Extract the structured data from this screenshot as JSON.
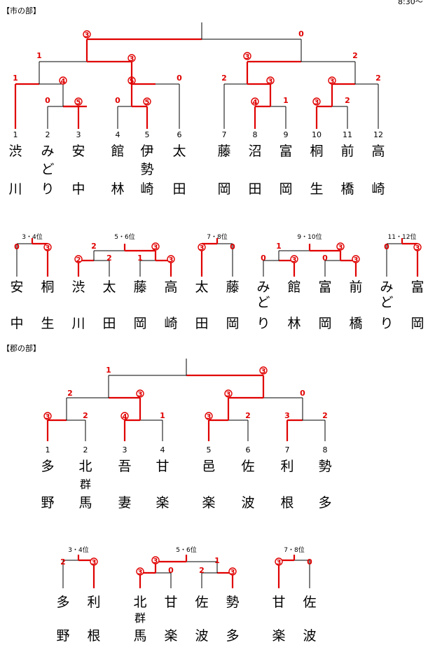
{
  "time_note": "8:30～",
  "city": {
    "title": "【市の部】",
    "teams": [
      {
        "num": "1",
        "name": [
          "渋",
          "",
          "川"
        ]
      },
      {
        "num": "2",
        "name": [
          "み",
          "ど",
          "り"
        ]
      },
      {
        "num": "3",
        "name": [
          "安",
          "",
          "中"
        ]
      },
      {
        "num": "4",
        "name": [
          "館",
          "",
          "林"
        ]
      },
      {
        "num": "5",
        "name": [
          "伊",
          "勢",
          "崎"
        ]
      },
      {
        "num": "6",
        "name": [
          "太",
          "",
          "田"
        ]
      },
      {
        "num": "7",
        "name": [
          "藤",
          "",
          "岡"
        ]
      },
      {
        "num": "8",
        "name": [
          "沼",
          "",
          "田"
        ]
      },
      {
        "num": "9",
        "name": [
          "富",
          "",
          "岡"
        ]
      },
      {
        "num": "10",
        "name": [
          "桐",
          "",
          "生"
        ]
      },
      {
        "num": "11",
        "name": [
          "前",
          "",
          "橋"
        ]
      },
      {
        "num": "12",
        "name": [
          "高",
          "",
          "崎"
        ]
      }
    ],
    "scores": {
      "final_left": "3",
      "final_right": "0",
      "sf_left_a": "1",
      "sf_left_b": "3",
      "sf_right_a": "3",
      "sf_right_b": "2",
      "q1_a": "1",
      "q1_b": "4",
      "q2_a": "5",
      "q2_b": "0",
      "q3_a": "2",
      "q3_b": "3",
      "q4_a": "3",
      "q4_b": "2",
      "r1_a": "0",
      "r1_b": "5",
      "r2_a": "0",
      "r2_b": "5",
      "r3_a": "4",
      "r3_b": "1",
      "r4_a": "3",
      "r4_b": "2"
    },
    "placement": [
      {
        "label": "3・4位",
        "scores": [
          "0",
          "3"
        ],
        "teams": [
          [
            "安",
            "中"
          ],
          [
            "桐",
            "生"
          ]
        ]
      },
      {
        "label": "5・6位",
        "scores": [
          "2",
          "3",
          "2",
          "1",
          "3"
        ],
        "teams": [
          [
            "渋",
            "川"
          ],
          [
            "太",
            "田"
          ],
          [
            "藤",
            "岡"
          ],
          [
            "高",
            "崎"
          ]
        ]
      },
      {
        "label": "7・8位",
        "scores": [
          "3",
          "0"
        ],
        "teams": [
          [
            "太",
            "田"
          ],
          [
            "藤",
            "岡"
          ]
        ]
      },
      {
        "label": "9・10位",
        "scores": [
          "1",
          "3",
          "0",
          "3",
          "0",
          "3"
        ],
        "teams": [
          [
            "み",
            "ど",
            "り"
          ],
          [
            "館",
            "林"
          ],
          [
            "富",
            "岡"
          ],
          [
            "前",
            "橋"
          ]
        ]
      },
      {
        "label": "11・12位",
        "scores": [
          "0",
          "3"
        ],
        "teams": [
          [
            "み",
            "ど",
            "り"
          ],
          [
            "富",
            "岡"
          ]
        ]
      }
    ]
  },
  "county": {
    "title": "【郡の部】",
    "teams": [
      {
        "num": "1",
        "name": [
          "多",
          "",
          "野"
        ]
      },
      {
        "num": "2",
        "name": [
          "北",
          "群",
          "馬"
        ]
      },
      {
        "num": "3",
        "name": [
          "吾",
          "",
          "妻"
        ]
      },
      {
        "num": "4",
        "name": [
          "甘",
          "",
          "楽"
        ]
      },
      {
        "num": "5",
        "name": [
          "邑",
          "",
          "楽"
        ]
      },
      {
        "num": "6",
        "name": [
          "佐",
          "",
          "波"
        ]
      },
      {
        "num": "7",
        "name": [
          "利",
          "",
          "根"
        ]
      },
      {
        "num": "8",
        "name": [
          "勢",
          "",
          "多"
        ]
      }
    ],
    "scores": {
      "final_left": "1",
      "final_right": "3",
      "sf_l_a": "2",
      "sf_l_b": "3",
      "sf_r_a": "3",
      "sf_r_b": "0",
      "q1_a": "3",
      "q1_b": "2",
      "q2_a": "4",
      "q2_b": "1",
      "q3_a": "3",
      "q3_b": "2",
      "q4_a": "3",
      "q4_b": "2"
    },
    "placement": [
      {
        "label": "3・4位",
        "scores": [
          "2",
          "3"
        ],
        "teams": [
          [
            "多",
            "野"
          ],
          [
            "利",
            "根"
          ]
        ]
      },
      {
        "label": "5・6位",
        "scores": [
          "3",
          "1",
          "3",
          "0",
          "2",
          "3"
        ],
        "teams": [
          [
            "北",
            "群",
            "馬"
          ],
          [
            "甘",
            "楽"
          ],
          [
            "佐",
            "波"
          ],
          [
            "勢",
            "多"
          ]
        ]
      },
      {
        "label": "7・8位",
        "scores": [
          "3",
          "0"
        ],
        "teams": [
          [
            "甘",
            "楽"
          ],
          [
            "佐",
            "波"
          ]
        ]
      }
    ]
  },
  "colors": {
    "win": "#e00000",
    "line": "#000000",
    "badge_fill": "#ffffff",
    "name_text": "#000000"
  }
}
